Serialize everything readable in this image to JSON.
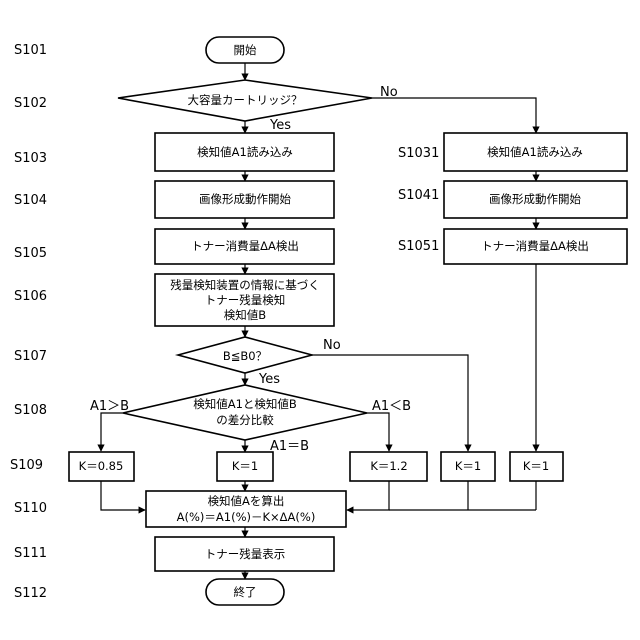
{
  "steps": {
    "s101": "S101",
    "s102": "S102",
    "s103": "S103",
    "s104": "S104",
    "s105": "S105",
    "s106": "S106",
    "s107": "S107",
    "s108": "S108",
    "s109": "S109",
    "s110": "S110",
    "s111": "S111",
    "s112": "S112",
    "s1031": "S1031",
    "s1041": "S1041",
    "s1051": "S1051"
  },
  "nodes": {
    "start": "開始",
    "q_large_cartridge": "大容量カートリッジ？",
    "read_a1": "検知値A1読み込み",
    "start_image_forming": "画像形成動作開始",
    "detect_toner_consumption": "トナー消費量ΔA検出",
    "residual_b_line1": "残量検知装置の情報に基づく",
    "residual_b_line2": "トナー残量検知",
    "residual_b_line3": "検知値B",
    "q_b_le_b0": "B≦B0？",
    "compare_line1": "検知値A1と検知値B",
    "compare_line2": "の差分比較",
    "k_085": "K＝0.85",
    "k_1_a": "K＝1",
    "k_12": "K＝1.2",
    "k_1_b": "K＝1",
    "k_1_c": "K＝1",
    "calc_line1": "検知値Aを算出",
    "calc_line2": "A(%)＝A1(%)－K×ΔA(%)",
    "display_residual": "トナー残量表示",
    "end": "終了",
    "right_read_a1": "検知値A1読み込み",
    "right_start_image_forming": "画像形成動作開始",
    "right_detect_toner_consumption": "トナー消費量ΔA検出"
  },
  "edge_labels": {
    "no_102": "No",
    "yes_102": "Yes",
    "no_107": "No",
    "yes_107": "Yes",
    "a1_gt_b": "A1＞B",
    "a1_lt_b": "A1＜B",
    "a1_eq_b": "A1＝B"
  }
}
